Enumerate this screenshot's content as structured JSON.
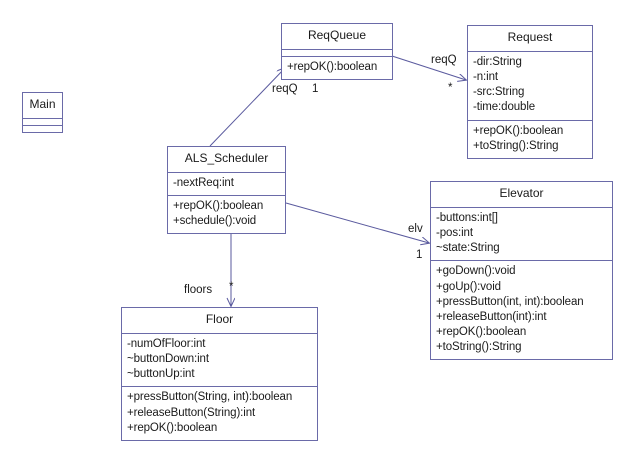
{
  "diagram": {
    "type": "uml-class-diagram",
    "colors": {
      "border": "#6a6aa8",
      "edge": "#5a5a9e",
      "text": "#1a1a1a",
      "background": "#ffffff"
    },
    "classes": [
      {
        "id": "main",
        "name": "Main",
        "attributes": [],
        "methods": []
      },
      {
        "id": "reqqueue",
        "name": "ReqQueue",
        "attributes": [],
        "methods": [
          "+repOK():boolean"
        ]
      },
      {
        "id": "request",
        "name": "Request",
        "attributes": [
          "-dir:String",
          "-n:int",
          "-src:String",
          "-time:double"
        ],
        "methods": [
          "+repOK():boolean",
          "+toString():String"
        ]
      },
      {
        "id": "als_scheduler",
        "name": "ALS_Scheduler",
        "attributes": [
          "-nextReq:int"
        ],
        "methods": [
          "+repOK():boolean",
          "+schedule():void"
        ]
      },
      {
        "id": "elevator",
        "name": "Elevator",
        "attributes": [
          "-buttons:int[]",
          "-pos:int",
          "~state:String"
        ],
        "methods": [
          "+goDown():void",
          "+goUp():void",
          "+pressButton(int, int):boolean",
          "+releaseButton(int):int",
          "+repOK():boolean",
          "+toString():String"
        ]
      },
      {
        "id": "floor",
        "name": "Floor",
        "attributes": [
          "-numOfFloor:int",
          "~buttonDown:int",
          "~buttonUp:int"
        ],
        "methods": [
          "+pressButton(String, int):boolean",
          "+releaseButton(String):int",
          "+repOK():boolean"
        ]
      }
    ],
    "associations": [
      {
        "id": "scheduler-reqqueue",
        "from": "als_scheduler",
        "to": "reqqueue",
        "role": "reqQ",
        "multiplicity": "1"
      },
      {
        "id": "reqqueue-request",
        "from": "reqqueue",
        "to": "request",
        "role": "reqQ",
        "multiplicity": "*"
      },
      {
        "id": "scheduler-elevator",
        "from": "als_scheduler",
        "to": "elevator",
        "role": "elv",
        "multiplicity": "1"
      },
      {
        "id": "scheduler-floor",
        "from": "als_scheduler",
        "to": "floor",
        "role": "floors",
        "multiplicity": "*"
      }
    ]
  }
}
